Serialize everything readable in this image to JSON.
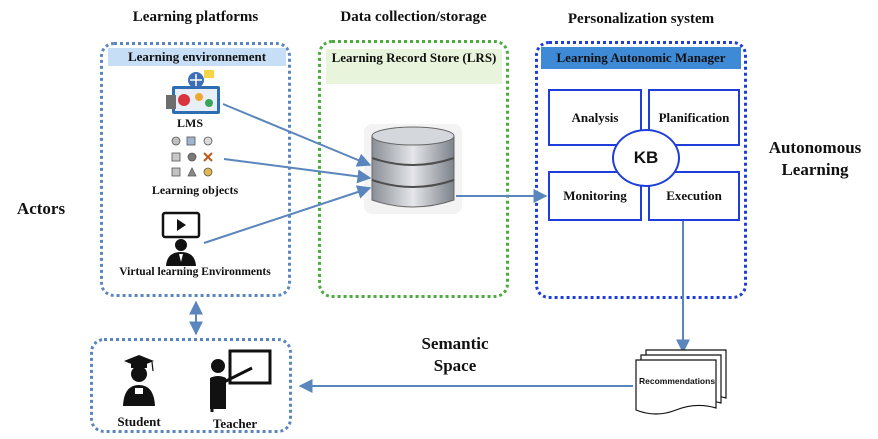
{
  "headers": {
    "learning_platforms": "Learning platforms",
    "data_collection": "Data collection/storage",
    "personalization": "Personalization system"
  },
  "side_labels": {
    "actors": "Actors",
    "autonomous_learning": "Autonomous Learning",
    "semantic_space": "Semantic Space"
  },
  "learning_env": {
    "title": "Learning environnement",
    "lms": "LMS",
    "learning_objects": "Learning objects",
    "vle": "Virtual learning Environments"
  },
  "lrs": {
    "title": "Learning Record Store (LRS)"
  },
  "manager": {
    "title": "Learning Autonomic Manager",
    "analysis": "Analysis",
    "planification": "Planification",
    "monitoring": "Monitoring",
    "execution": "Execution",
    "kb": "KB"
  },
  "recommendations": "Recommendations",
  "actors": {
    "student": "Student",
    "teacher": "Teacher"
  },
  "colors": {
    "arrow": "#5b86bd",
    "manager_border": "#1f3ed9",
    "lrs_border": "#4caa3f"
  }
}
